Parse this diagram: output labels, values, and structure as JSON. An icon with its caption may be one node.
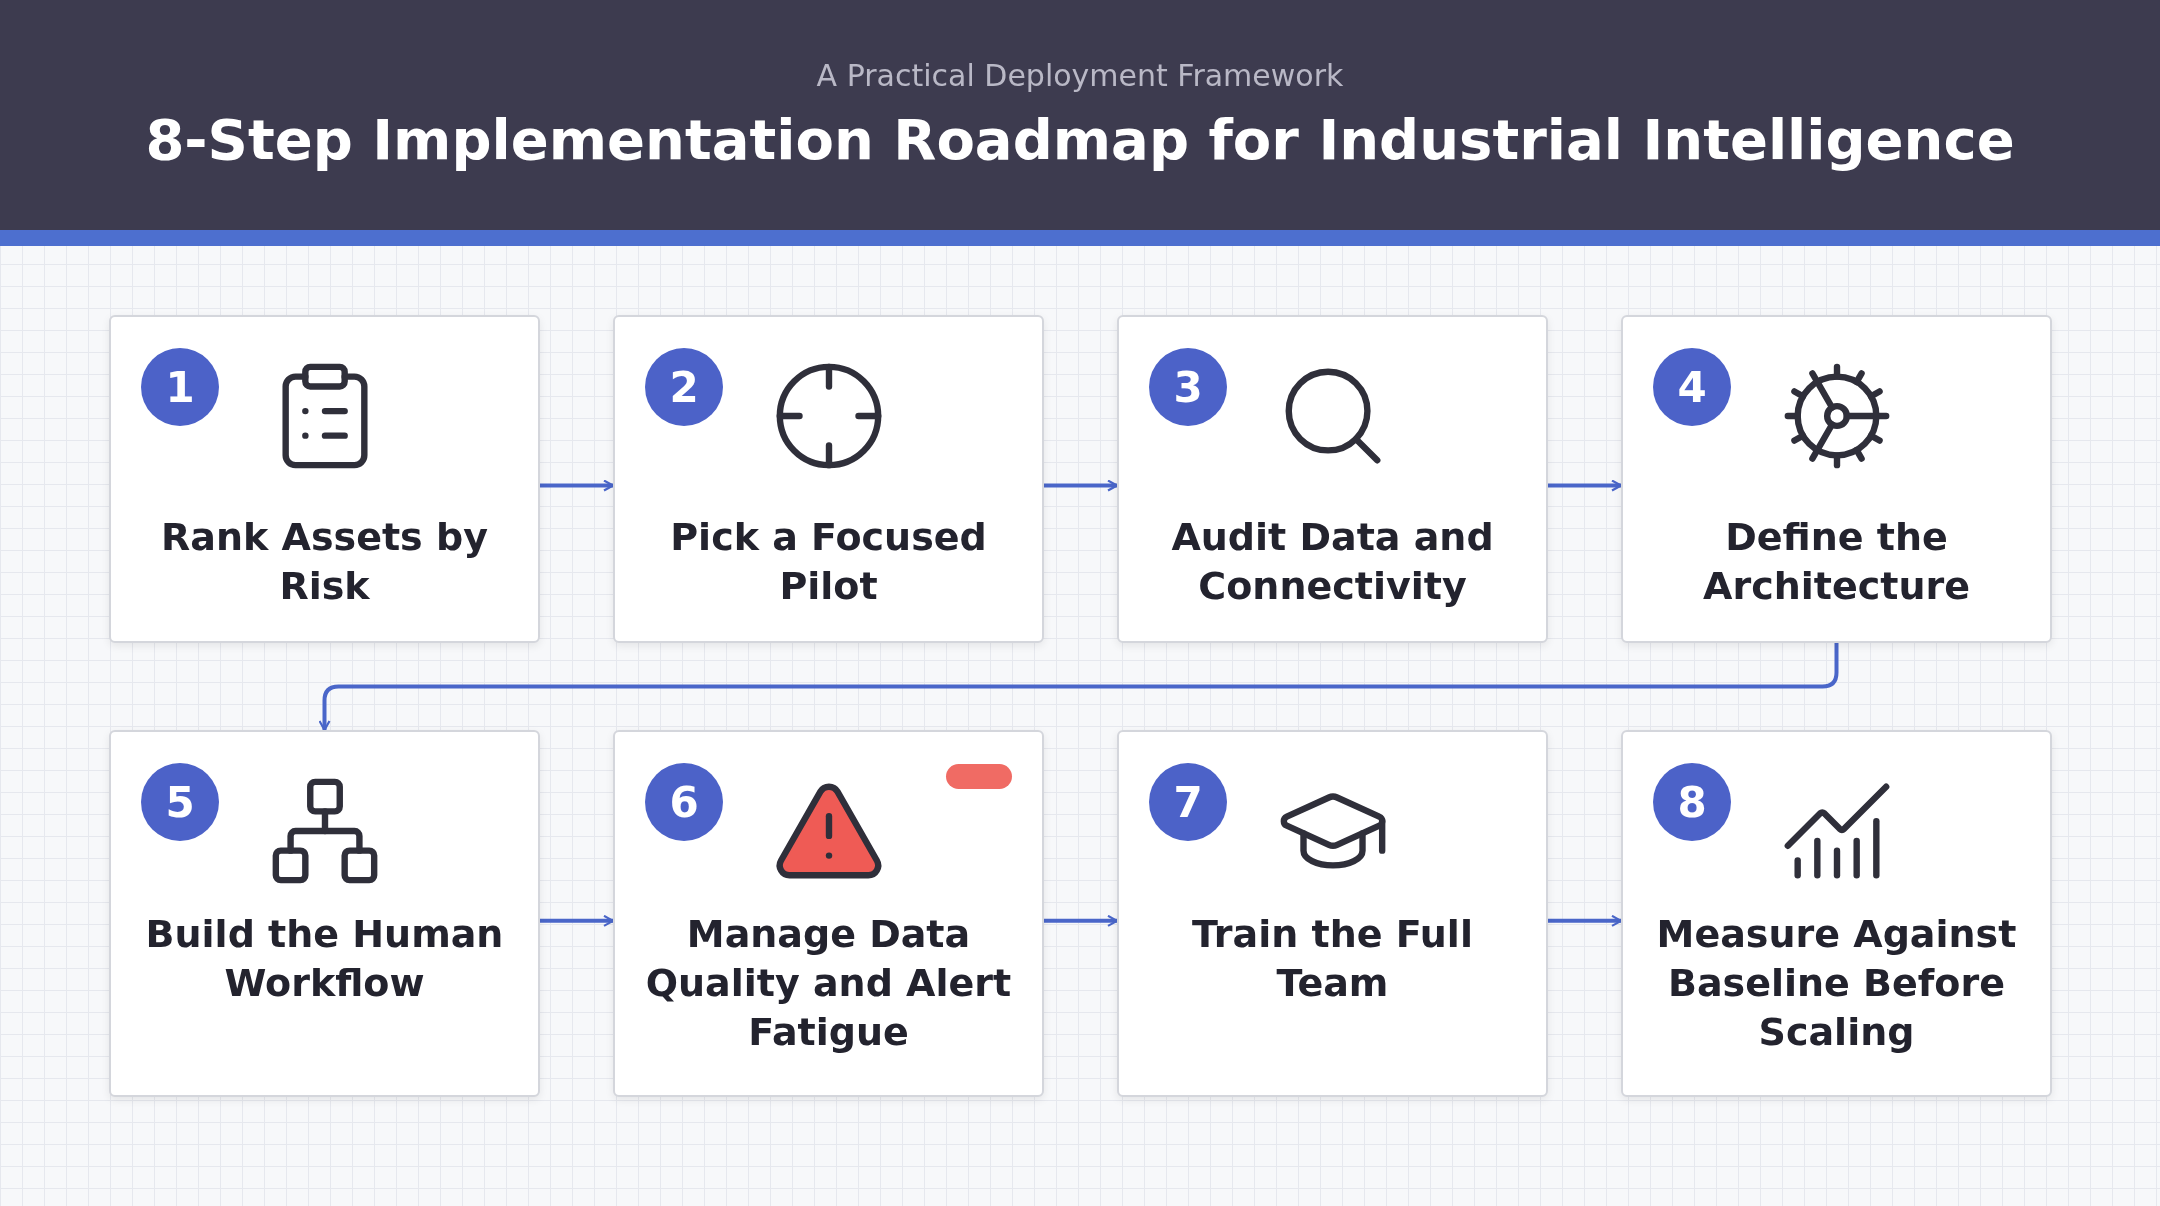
{
  "diagram": {
    "title": "8-Step Implementation Roadmap for Industrial Intelligence",
    "nodes": [
      {
        "text": [
          "1",
          "Rank Assets by Risk"
        ]
      },
      {
        "text": [
          "2",
          "Pick a Focused Pilot"
        ]
      },
      {
        "text": [
          "3",
          "Audit Data and Connectivity"
        ]
      },
      {
        "text": [
          "4",
          "Define the Architecture"
        ]
      },
      {
        "text": [
          "5",
          "Build the Human Workflow"
        ]
      },
      {
        "text": [
          "6",
          "Manage Data Quality and Alert Fatigue"
        ]
      },
      {
        "text": [
          "7",
          "Train the Full Team"
        ]
      },
      {
        "text": [
          "8",
          "Measure Against Baseline Before Scaling"
        ]
      }
    ],
    "edges": [
      {
        "from": 0,
        "to": 1,
        "arrow": "to"
      },
      {
        "from": 1,
        "to": 2,
        "arrow": "to"
      },
      {
        "from": 2,
        "to": 3,
        "arrow": "to"
      },
      {
        "from": 3,
        "to": 4,
        "arrow": "to"
      },
      {
        "from": 4,
        "to": 5,
        "arrow": "to"
      },
      {
        "from": 5,
        "to": 6,
        "arrow": "to"
      },
      {
        "from": 6,
        "to": 7,
        "arrow": "to"
      }
    ],
    "labels": [
      "A Practical Deployment Framework"
    ]
  }
}
